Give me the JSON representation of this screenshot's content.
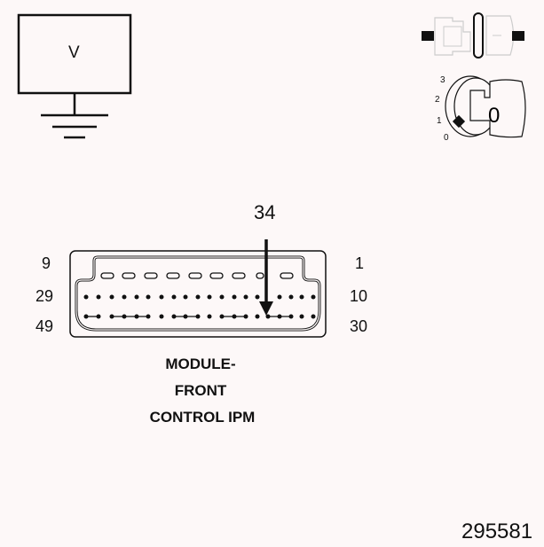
{
  "meter": {
    "symbol": "V",
    "icon": "voltmeter-ground-icon"
  },
  "icons": {
    "connector_disconnected": "disconnected-connector-icon",
    "ignition_key": "ignition-key-icon",
    "ignition_positions": [
      "3",
      "2",
      "1",
      "0"
    ],
    "ignition_key_position": "0"
  },
  "connector": {
    "callout_pin": "34",
    "pin_labels": {
      "top_left": "9",
      "top_right": "1",
      "mid_left": "29",
      "mid_right": "10",
      "bottom_left": "49",
      "bottom_right": "30"
    },
    "title_lines": [
      "MODULE-",
      "FRONT",
      "CONTROL IPM"
    ]
  },
  "figure_number": "295581"
}
